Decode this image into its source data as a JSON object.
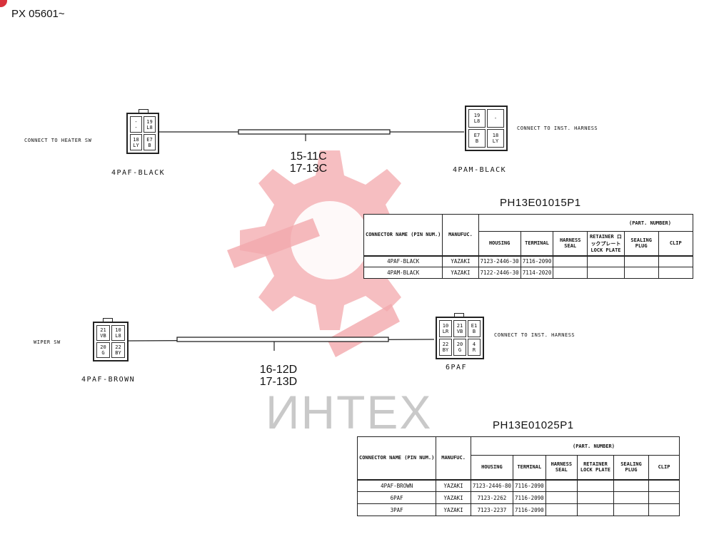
{
  "doc": {
    "id": "PX 05601~"
  },
  "watermark": {
    "text": "ИНТЕХ"
  },
  "diagram1": {
    "left_note": "CONNECT TO HEATER SW",
    "right_note": "CONNECT TO INST. HARNESS",
    "left_connector": {
      "name": "4PAF-BLACK",
      "cells": [
        [
          "-",
          "-"
        ],
        [
          "19",
          "L8"
        ],
        [
          "18",
          "LY"
        ],
        [
          "E7",
          "B"
        ]
      ]
    },
    "right_connector": {
      "name": "4PAM-BLACK",
      "cells": [
        [
          "19",
          "L8"
        ],
        [
          "-",
          ""
        ],
        [
          "E7",
          "B"
        ],
        [
          "18",
          "LY"
        ]
      ]
    },
    "harness_codes": [
      "15-11C",
      "17-13C"
    ]
  },
  "table1": {
    "title": "PH13E01015P1",
    "headers": {
      "connector_name": "CONNECTOR NAME (PIN NUM.)",
      "manufac": "MANUFUC.",
      "part_number": "(PART. NUMBER)",
      "housing": "HOUSING",
      "terminal": "TERMINAL",
      "harness_seal": "HARNESS SEAL",
      "retainer": "RETAINER ロックプレート LOCK PLATE",
      "sealing_plug": "SEALING PLUG",
      "clip": "CLIP"
    },
    "rows": [
      [
        "4PAF-BLACK",
        "YAZAKI",
        "7123-2446-30",
        "7116-2090",
        "",
        "",
        "",
        ""
      ],
      [
        "4PAM-BLACK",
        "YAZAKI",
        "7122-2446-30",
        "7114-2020",
        "",
        "",
        "",
        ""
      ]
    ]
  },
  "diagram2": {
    "left_note": "WIPER SW",
    "right_note": "CONNECT TO INST. HARNESS",
    "left_connector": {
      "name": "4PAF-BROWN",
      "cells": [
        [
          "21",
          "VB"
        ],
        [
          "10",
          "L8"
        ],
        [
          "20",
          "G"
        ],
        [
          "22",
          "BY"
        ]
      ]
    },
    "right_connector": {
      "name": "6PAF",
      "cells": [
        [
          "10",
          "LR"
        ],
        [
          "21",
          "VB"
        ],
        [
          "E1",
          "B"
        ],
        [
          "22",
          "BY"
        ],
        [
          "20",
          "G"
        ],
        [
          "4",
          "R"
        ]
      ]
    },
    "harness_codes": [
      "16-12D",
      "17-13D"
    ]
  },
  "table2": {
    "title": "PH13E01025P1",
    "headers": {
      "connector_name": "CONNECTOR NAME (PIN NUM.)",
      "manufac": "MANUFUC.",
      "part_number": "(PART. NUMBER)",
      "housing": "HOUSING",
      "terminal": "TERMINAL",
      "harness_seal": "HARNESS SEAL",
      "retainer": "RETAINER LOCK PLATE",
      "sealing_plug": "SEALING PLUG",
      "clip": "CLIP"
    },
    "rows": [
      [
        "4PAF-BROWN",
        "YAZAKI",
        "7123-2446-80",
        "7116-2090",
        "",
        "",
        "",
        ""
      ],
      [
        "6PAF",
        "YAZAKI",
        "7123-2262",
        "7116-2090",
        "",
        "",
        "",
        ""
      ],
      [
        "3PAF",
        "YAZAKI",
        "7123-2237",
        "7116-2090",
        "",
        "",
        "",
        ""
      ]
    ]
  },
  "colors": {
    "watermark": "#f3a9ad",
    "badge": "#d8323c",
    "ink": "#222222"
  }
}
